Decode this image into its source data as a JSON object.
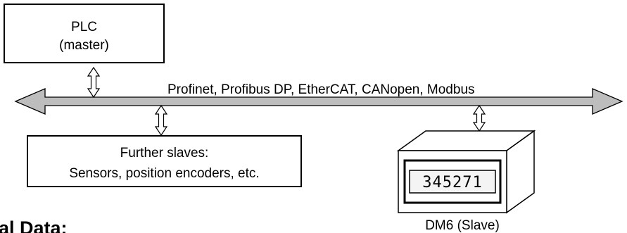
{
  "plc": {
    "line1": "PLC",
    "line2": "(master)"
  },
  "bus": {
    "label": "Profinet, Profibus DP, EtherCAT, CANopen, Modbus"
  },
  "further_slaves": {
    "line1": "Further slaves:",
    "line2": "Sensors, position encoders, etc."
  },
  "display": {
    "readout": "345271",
    "label": "DM6 (Slave)"
  },
  "section_heading": "al Data:",
  "colors": {
    "bus_fill": "#bdbdbd",
    "stroke": "#000000",
    "background": "#ffffff"
  },
  "icons": [
    "double-arrow-icon",
    "vertical-double-arrow-icon"
  ]
}
